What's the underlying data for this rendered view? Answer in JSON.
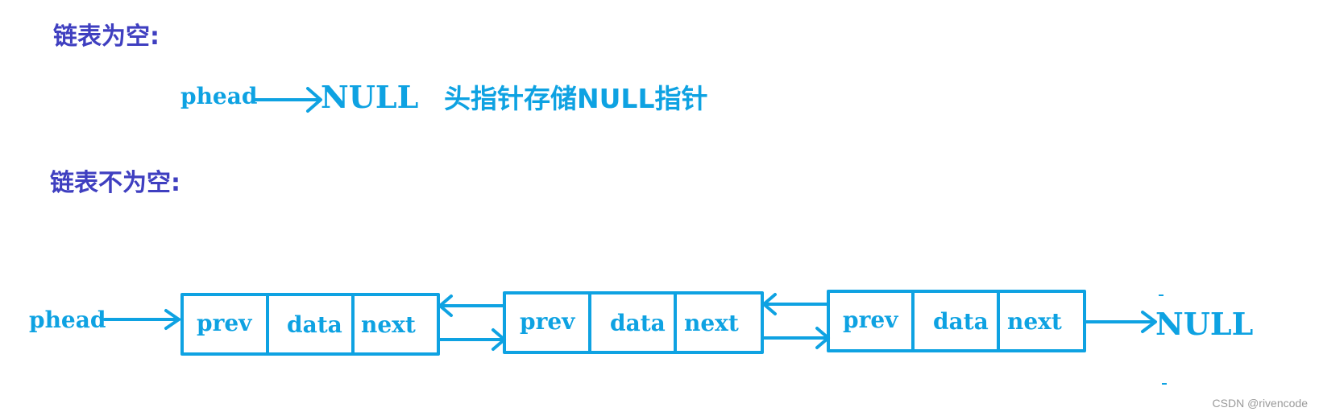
{
  "empty_section": {
    "heading": "链表为空:",
    "pointer": "phead",
    "target": "NULL",
    "description": "头指针存储NULL指针"
  },
  "nonempty_section": {
    "heading": "链表不为空:",
    "pointer": "phead",
    "nodes": [
      {
        "prev": "prev",
        "data": "data",
        "next": "next"
      },
      {
        "prev": "prev",
        "data": "data",
        "next": "next"
      },
      {
        "prev": "prev",
        "data": "data",
        "next": "next"
      }
    ],
    "tail": "NULL"
  },
  "watermark": "CSDN @rivencode",
  "colors": {
    "heading": "#3f3fc0",
    "diagram": "#0ea2e2",
    "watermark": "#9a9a9a"
  }
}
